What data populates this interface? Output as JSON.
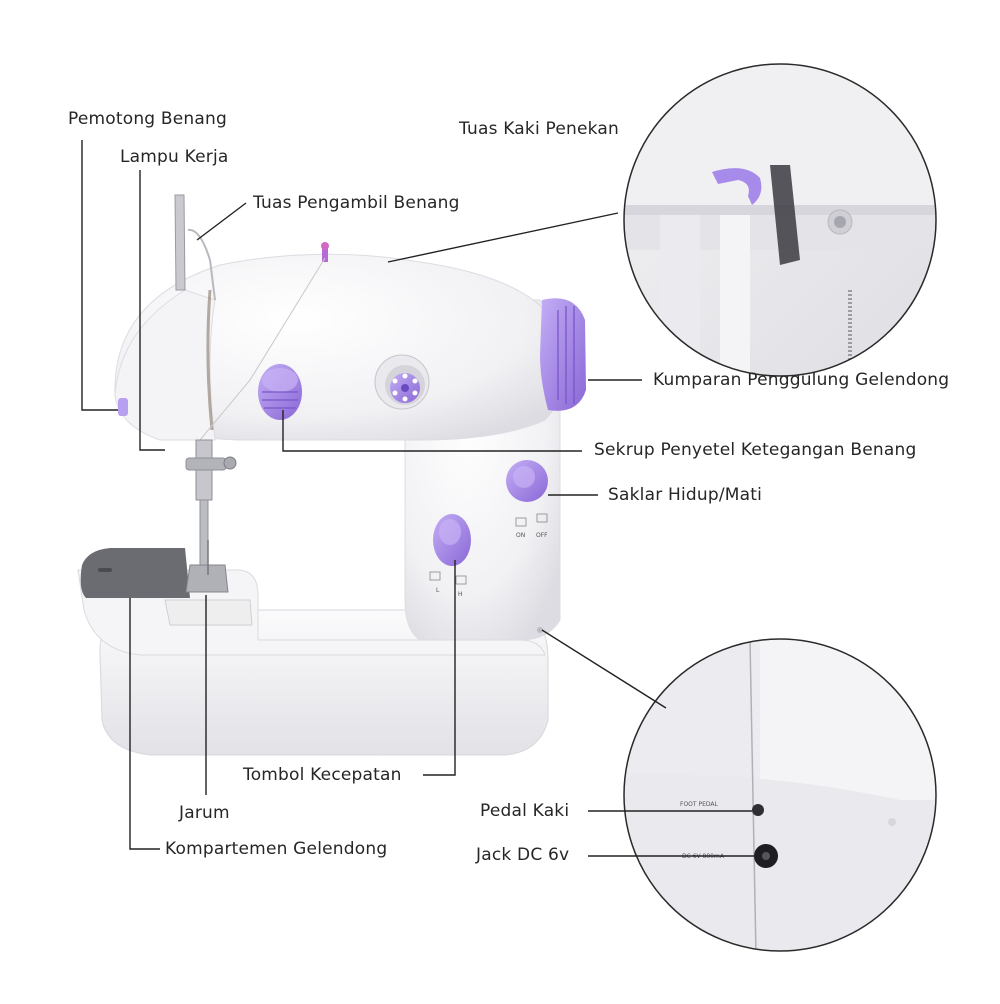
{
  "labels": {
    "pemotong_benang": "Pemotong Benang",
    "lampu_kerja": "Lampu Kerja",
    "tuas_pengambil_benang": "Tuas Pengambil Benang",
    "tuas_kaki_penekan": "Tuas Kaki Penekan",
    "kumparan_penggulung_gelendong": "Kumparan Penggulung Gelendong",
    "sekrup_penyetel_ketegangan_benang": "Sekrup Penyetel Ketegangan Benang",
    "saklar_hidup_mati": "Saklar Hidup/Mati",
    "tombol_kecepatan": "Tombol Kecepatan",
    "jarum": "Jarum",
    "kompartemen_gelendong": "Kompartemen Gelendong",
    "pedal_kaki": "Pedal Kaki",
    "jack_dc": "Jack DC 6v"
  },
  "machine_marks": {
    "on": "ON",
    "off": "OFF",
    "low": "L",
    "high": "H",
    "foot_pedal": "FOOT PEDAL",
    "dc_rating": "DC 6V 800mA"
  },
  "colors": {
    "accent_purple": "#9d7fe0",
    "body_white": "#f7f7f9",
    "shadow_grey": "#dcdce2",
    "line": "#222222"
  }
}
